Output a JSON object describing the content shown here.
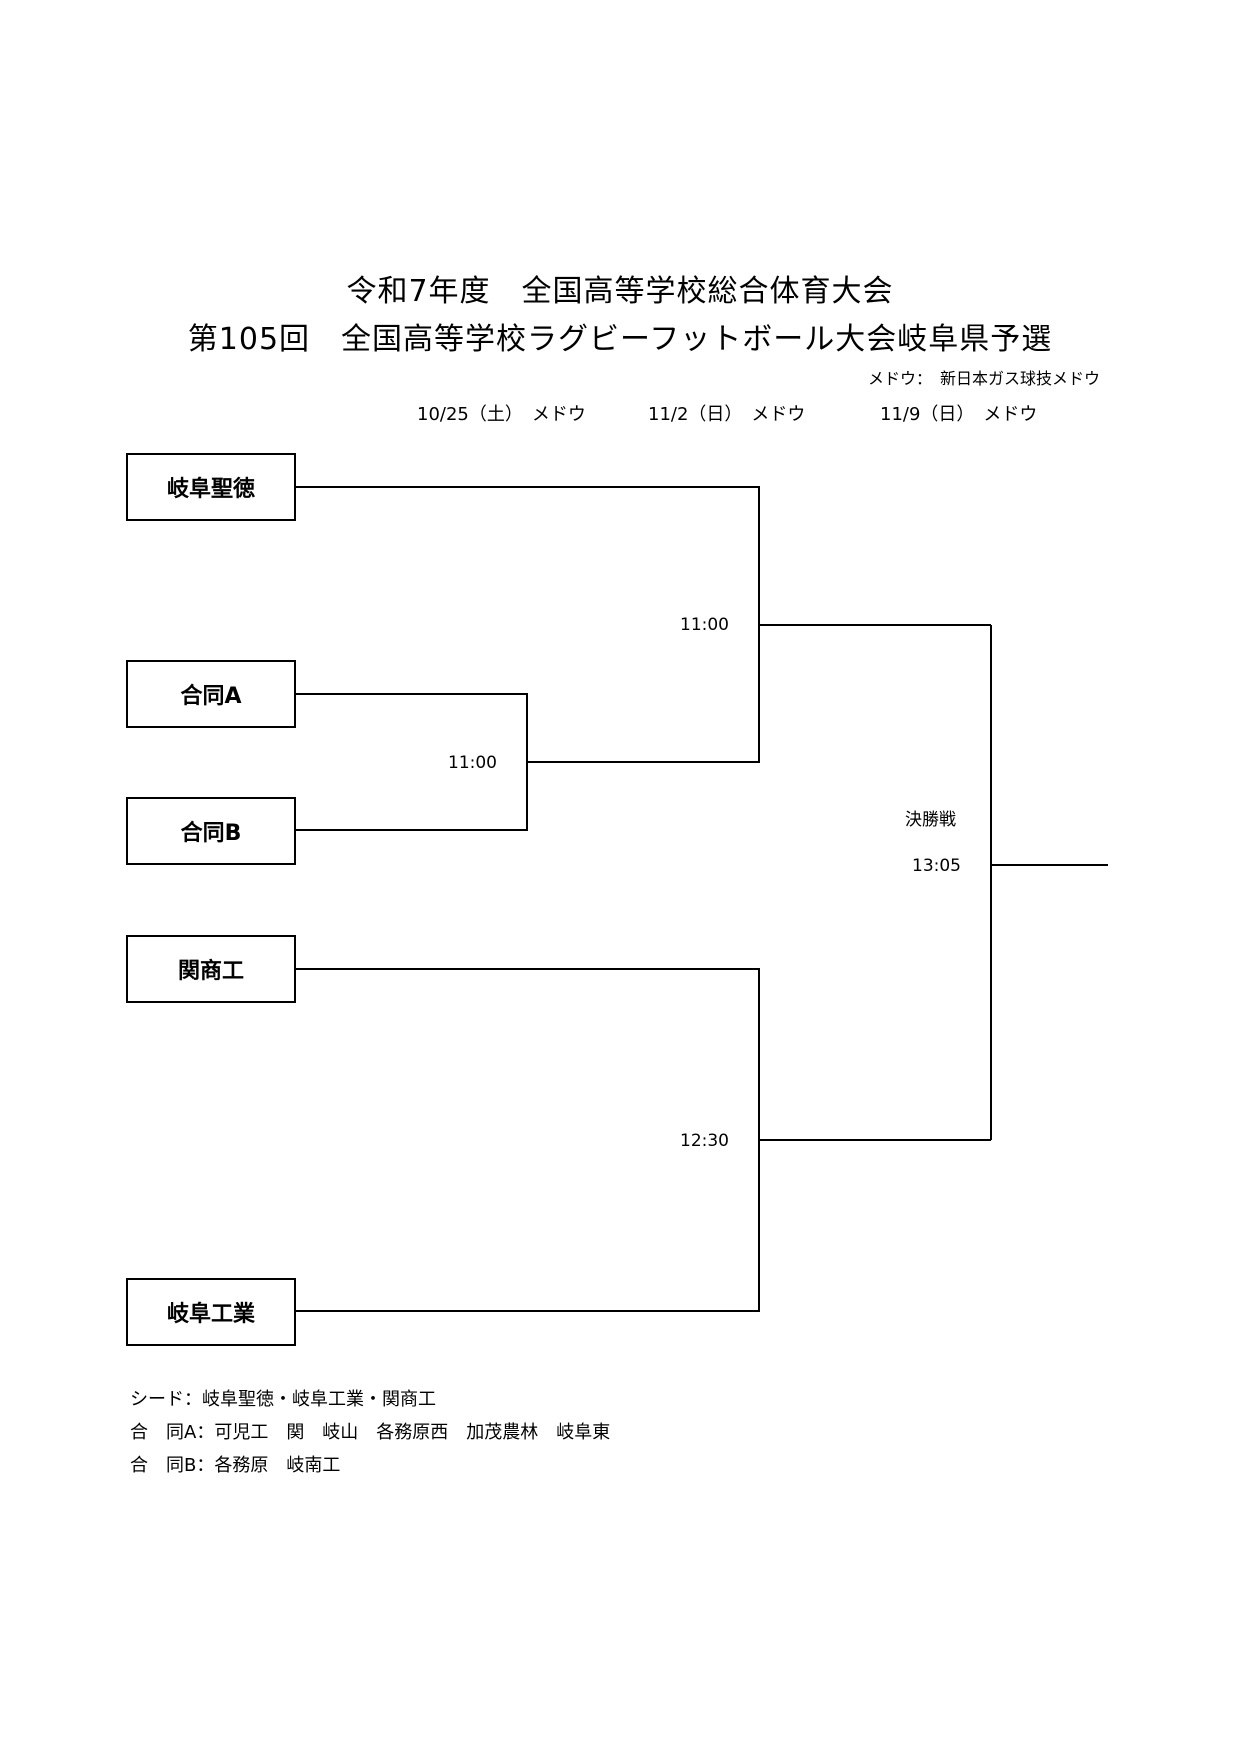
{
  "title": {
    "line1": "令和7年度　全国高等学校総合体育大会",
    "line2": "第105回　全国高等学校ラグビーフットボール大会岐阜県予選"
  },
  "venue": "メドウ：　新日本ガス球技メドウ",
  "dates": [
    "10/25（土）　メドウ",
    "11/2（日）　メドウ",
    "11/9（日）　メドウ"
  ],
  "teams": [
    "岐阜聖徳",
    "合同A",
    "合同B",
    "関商工",
    "岐阜工業"
  ],
  "matches": {
    "first_round": "11:00",
    "semi_top": "11:00",
    "semi_bottom": "12:30",
    "final_label": "決勝戦",
    "final_time": "13:05"
  },
  "notes": [
    "シード：岐阜聖徳・岐阜工業・関商工",
    "合　同A：可児工　関　岐山　各務原西　加茂農林　岐阜東",
    "合　同B：各務原　岐南工"
  ]
}
